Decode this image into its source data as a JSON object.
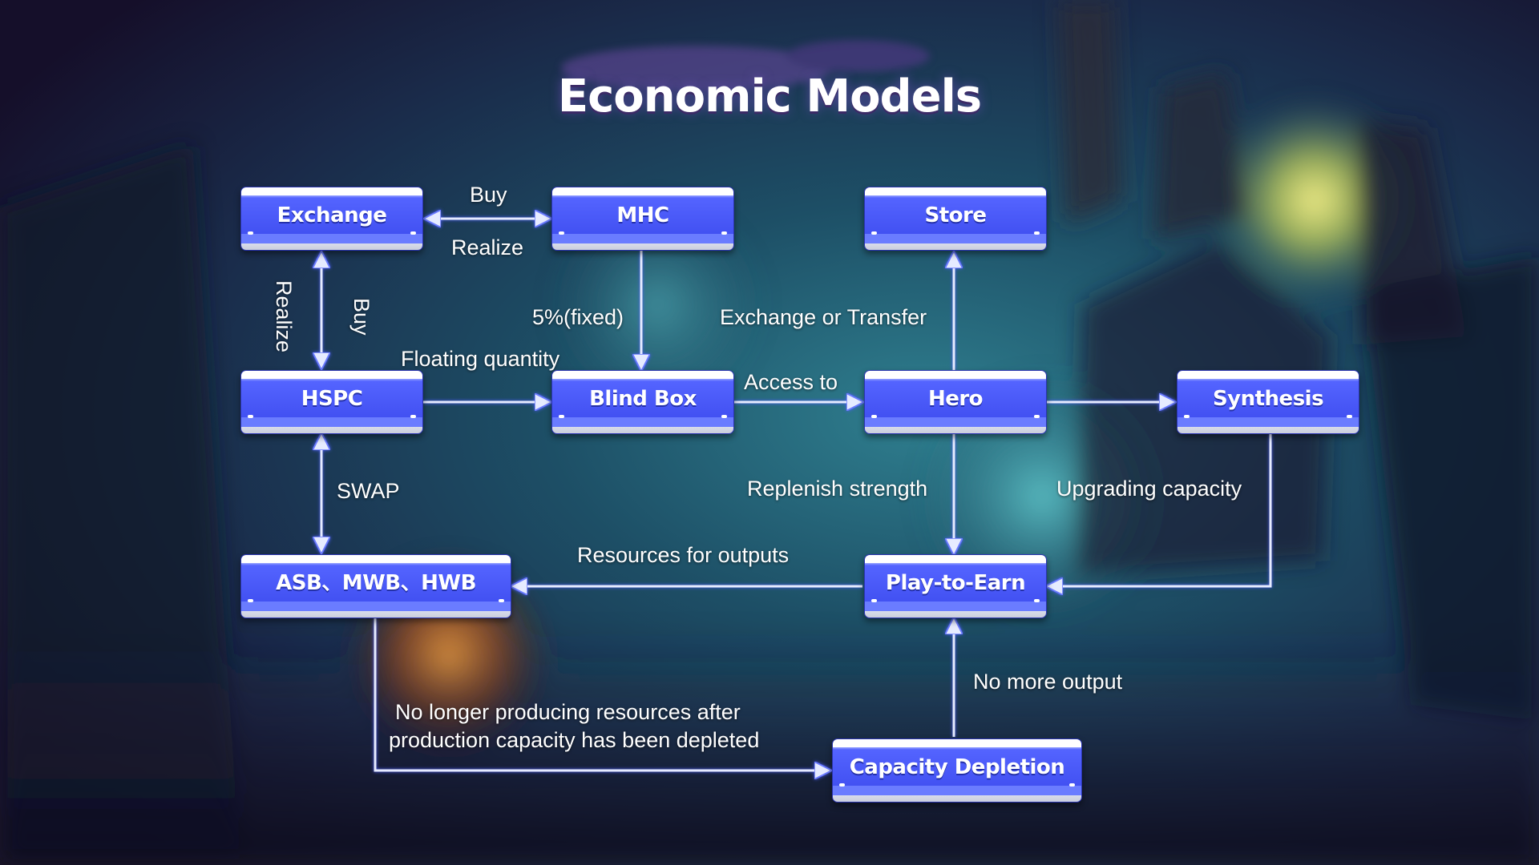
{
  "title": "Economic Models",
  "nodes": {
    "exchange": "Exchange",
    "mhc": "MHC",
    "store": "Store",
    "hspc": "HSPC",
    "blind_box": "Blind Box",
    "hero": "Hero",
    "synthesis": "Synthesis",
    "resources": "ASB、MWB、HWB",
    "play_to_earn": "Play-to-Earn",
    "capacity_depletion": "Capacity Depletion"
  },
  "edges": {
    "exchange_mhc_buy": "Buy",
    "exchange_mhc_realize": "Realize",
    "exchange_hspc_realize": "Realize",
    "exchange_hspc_buy": "Buy",
    "mhc_blindbox": "5%(fixed)",
    "hspc_blindbox": "Floating quantity",
    "blindbox_hero": "Access to",
    "hero_store": "Exchange or Transfer",
    "hspc_resources": "SWAP",
    "hero_play": "Replenish strength",
    "synthesis_play": "Upgrading capacity",
    "play_resources": "Resources for outputs",
    "depletion_play": "No more output",
    "resources_depletion_line1": "No longer producing resources after",
    "resources_depletion_line2": "production capacity has been depleted"
  },
  "colors": {
    "node_fill": "#4251f2",
    "node_highlight": "#ffffff",
    "arrow": "#e6ebff",
    "arrow_outline": "#6b7bff"
  }
}
